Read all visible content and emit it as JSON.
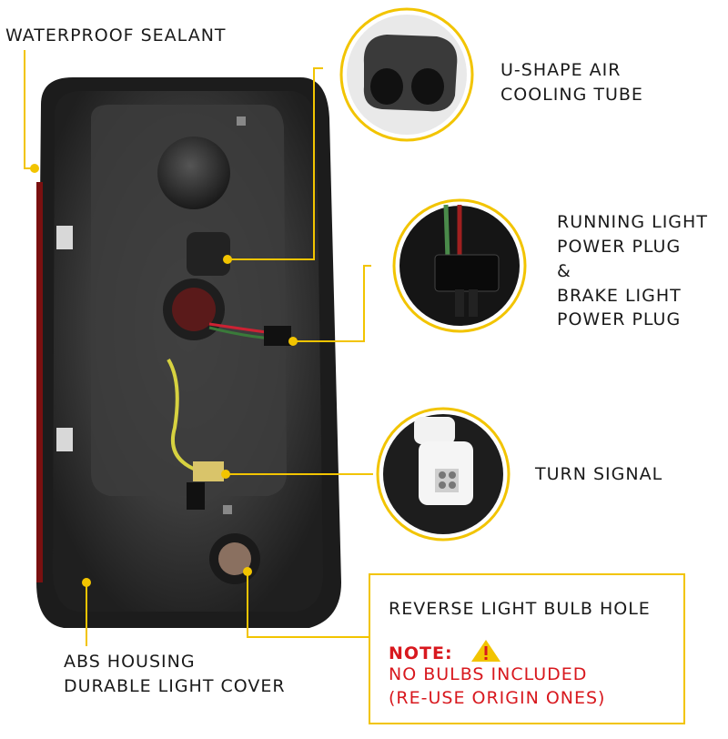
{
  "labels": {
    "waterproof_sealant": "WATERPROOF SEALANT",
    "air_tube_line1": "U-SHAPE AIR",
    "air_tube_line2": "COOLING TUBE",
    "plug_line1": "RUNNING LIGHT",
    "plug_line2": "POWER PLUG",
    "plug_line3": "&",
    "plug_line4": "BRAKE LIGHT",
    "plug_line5": "POWER PLUG",
    "turn_signal": "TURN SIGNAL",
    "abs_line1": "ABS HOUSING",
    "abs_line2": "DURABLE LIGHT COVER"
  },
  "note_box": {
    "title": "REVERSE LIGHT BULB HOLE",
    "note_label": "NOTE:",
    "warning_icon": "warning-triangle-icon",
    "line1": "NO BULBS INCLUDED",
    "line2": "(RE-USE ORIGIN ONES)"
  },
  "colors": {
    "accent_yellow": "#f2c400",
    "warning_red": "#d8181e",
    "housing_dark": "#2a2a2a"
  }
}
